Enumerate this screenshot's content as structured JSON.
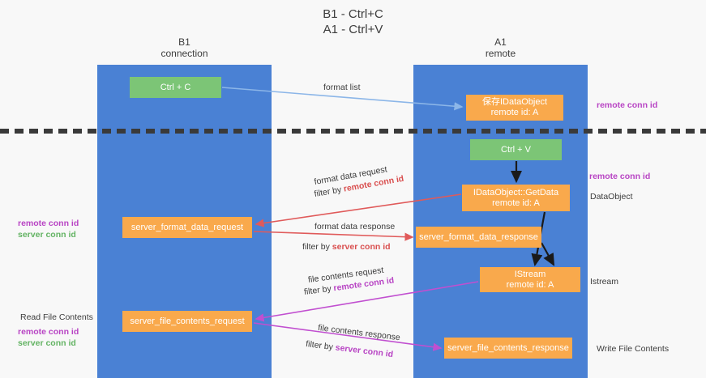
{
  "title": {
    "line1": "B1 - Ctrl+C",
    "line2": "A1 - Ctrl+V"
  },
  "colors": {
    "lane": "#4a81d4",
    "box_green": "#7cc576",
    "box_orange": "#f9a94c",
    "accent_purple": "#b844c4",
    "accent_red": "#d94f4f",
    "accent_green": "#63b363",
    "arrow_blue": "#8cb6e8",
    "background": "#f8f8f8",
    "divider": "#3a3a3a"
  },
  "lanes": [
    {
      "id": "b1",
      "line1": "B1",
      "line2": "connection"
    },
    {
      "id": "a1",
      "line1": "A1",
      "line2": "remote"
    }
  ],
  "boxes": [
    {
      "id": "ctrlc",
      "kind": "green",
      "line1": "Ctrl + C",
      "line2": ""
    },
    {
      "id": "saveido",
      "kind": "orange",
      "line1": "保存IDataObject",
      "line2": "remote id: A"
    },
    {
      "id": "ctrlv",
      "kind": "green",
      "line1": "Ctrl + V",
      "line2": ""
    },
    {
      "id": "getdata",
      "kind": "orange",
      "line1": "IDataObject::GetData",
      "line2": "remote id: A"
    },
    {
      "id": "sfdreq",
      "kind": "orange",
      "line1": "server_format_data_request",
      "line2": ""
    },
    {
      "id": "sfdresp",
      "kind": "orange",
      "line1": "server_format_data_response",
      "line2": ""
    },
    {
      "id": "istream",
      "kind": "orange",
      "line1": "IStream",
      "line2": "remote id: A"
    },
    {
      "id": "sfcreq",
      "kind": "orange",
      "line1": "server_file_contents_request",
      "line2": ""
    },
    {
      "id": "sfcresp",
      "kind": "orange",
      "line1": "server_file_contents_response",
      "line2": ""
    }
  ],
  "edge_labels": {
    "format_list": "format list",
    "format_data_request": "format data request",
    "format_data_request_filter_prefix": "filter by ",
    "format_data_request_filter_value": "remote conn id",
    "format_data_response": "format data response",
    "format_data_response_filter_prefix": "filter by ",
    "format_data_response_filter_value": "server conn id",
    "file_contents_request": "file contents request",
    "file_contents_request_filter_prefix": "filter by ",
    "file_contents_request_filter_value": "remote conn id",
    "file_contents_response": "file contents response",
    "file_contents_response_filter_prefix": "filter by ",
    "file_contents_response_filter_value": "server conn id"
  },
  "side_labels": {
    "right_top_remote_conn_id": "remote conn id",
    "right_mid_remote_conn_id": "remote conn id",
    "right_dataobject": "DataObject",
    "right_istream": "Istream",
    "right_write_file_contents": "Write File Contents",
    "left_remote_conn_id": "remote conn id",
    "left_server_conn_id": "server conn id",
    "left_read_file_contents": "Read File Contents",
    "left_remote_conn_id_2": "remote conn id",
    "left_server_conn_id_2": "server conn id"
  }
}
